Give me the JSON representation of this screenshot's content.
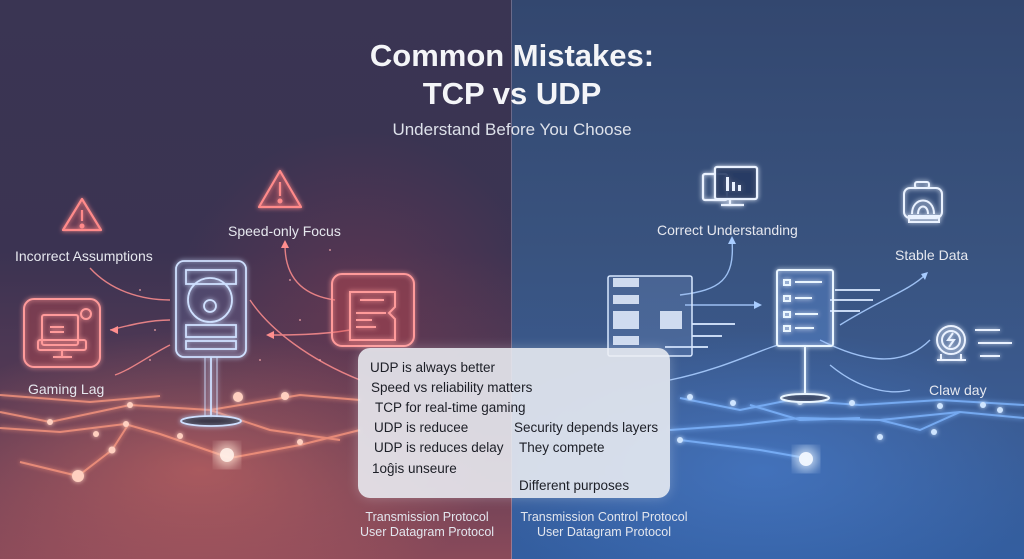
{
  "header": {
    "title_line1": "Common Mistakes:",
    "title_line2": "TCP vs UDP",
    "subtitle": "Understand Before You Choose"
  },
  "left_side": {
    "theme_color": "#ff6b6b",
    "nodes": [
      {
        "label": "Incorrect Assumptions",
        "icon": "warning-triangle-icon"
      },
      {
        "label": "Speed-only Focus",
        "icon": "warning-triangle-icon"
      },
      {
        "label": "Gaming Lag",
        "icon": "monitor-lag-icon"
      },
      {
        "label": "",
        "icon": "server-device-icon"
      },
      {
        "label": "",
        "icon": "document-icon"
      }
    ]
  },
  "right_side": {
    "theme_color": "#8fc0ff",
    "nodes": [
      {
        "label": "Correct Understanding",
        "icon": "monitor-chart-icon"
      },
      {
        "label": "Stable Data",
        "icon": "camera-data-icon"
      },
      {
        "label": "Claw day",
        "icon": "power-motor-icon"
      },
      {
        "label": "",
        "icon": "checklist-board-icon"
      },
      {
        "label": "",
        "icon": "server-stack-icon"
      }
    ]
  },
  "panel": {
    "left_items": [
      "UDP is always better",
      "Speed vs reliability matters",
      "TCP for real-time gaming",
      "UDP is reducee",
      "UDP is reduces delay",
      "1oĝis unseure"
    ],
    "right_items": [
      "Security depends layers",
      "They compete",
      "Different purposes"
    ]
  },
  "footer": {
    "left_line1": "Transmission Protocol",
    "left_line2": "User Datagram Protocol",
    "right_line1": "Transmission Control Protocol",
    "right_line2": "User Datagram Protocol"
  },
  "colors": {
    "left_bg": "#3a3553",
    "right_bg": "#39537f",
    "left_glow": "#ff6b6b",
    "right_glow": "#8fc0ff"
  }
}
